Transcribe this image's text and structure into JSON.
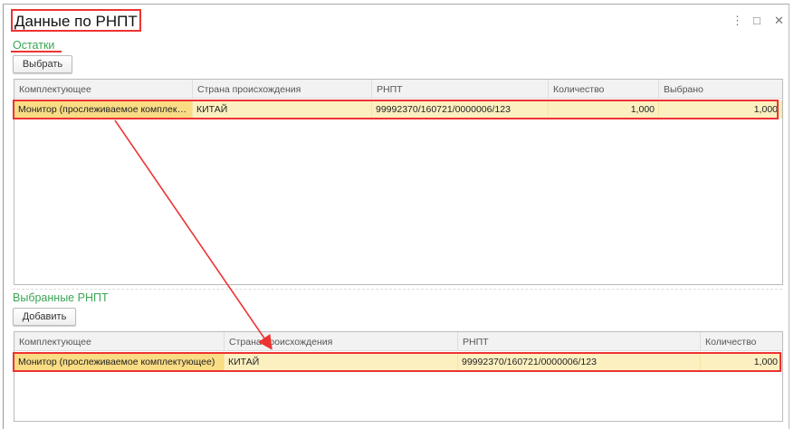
{
  "window": {
    "title": "Данные по РНПТ",
    "more_icon": "⋮",
    "maximize_icon": "□",
    "close_icon": "✕"
  },
  "stock": {
    "section_label": "Остатки",
    "select_button": "Выбрать",
    "columns": [
      "Комплектующее",
      "Страна происхождения",
      "РНПТ",
      "Количество",
      "Выбрано"
    ],
    "rows": [
      [
        "Монитор (прослеживаемое комплектующее)",
        "КИТАЙ",
        "99992370/160721/0000006/123",
        "1,000",
        "1,000"
      ]
    ]
  },
  "selected": {
    "section_label": "Выбранные РНПТ",
    "add_button": "Добавить",
    "columns": [
      "Комплектующее",
      "Страна происхождения",
      "РНПТ",
      "Количество"
    ],
    "rows": [
      [
        "Монитор (прослеживаемое комплектующее)",
        "КИТАЙ",
        "99992370/160721/0000006/123",
        "1,000"
      ]
    ]
  },
  "colors": {
    "accent": "#3aa655",
    "highlight": "#e33333",
    "row": "#fdf0c0"
  }
}
